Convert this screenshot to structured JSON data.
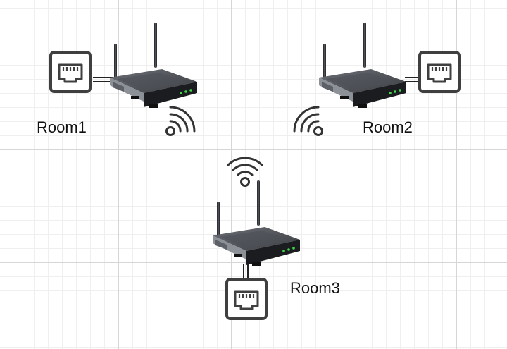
{
  "rooms": [
    {
      "label": "Room1"
    },
    {
      "label": "Room2"
    },
    {
      "label": "Room3"
    }
  ],
  "icons": {
    "router": "wireless-router-icon",
    "port": "ethernet-port-icon",
    "wifi": "wifi-signal-icon"
  },
  "colors": {
    "grid_major": "#d6d6d6",
    "grid_minor": "#efefef",
    "router_body": "#3d3f44",
    "router_top": "#55585e",
    "router_face": "#17181b",
    "led": "#3fd84a",
    "port_stroke": "#444444",
    "wifi_stroke": "#333333"
  }
}
